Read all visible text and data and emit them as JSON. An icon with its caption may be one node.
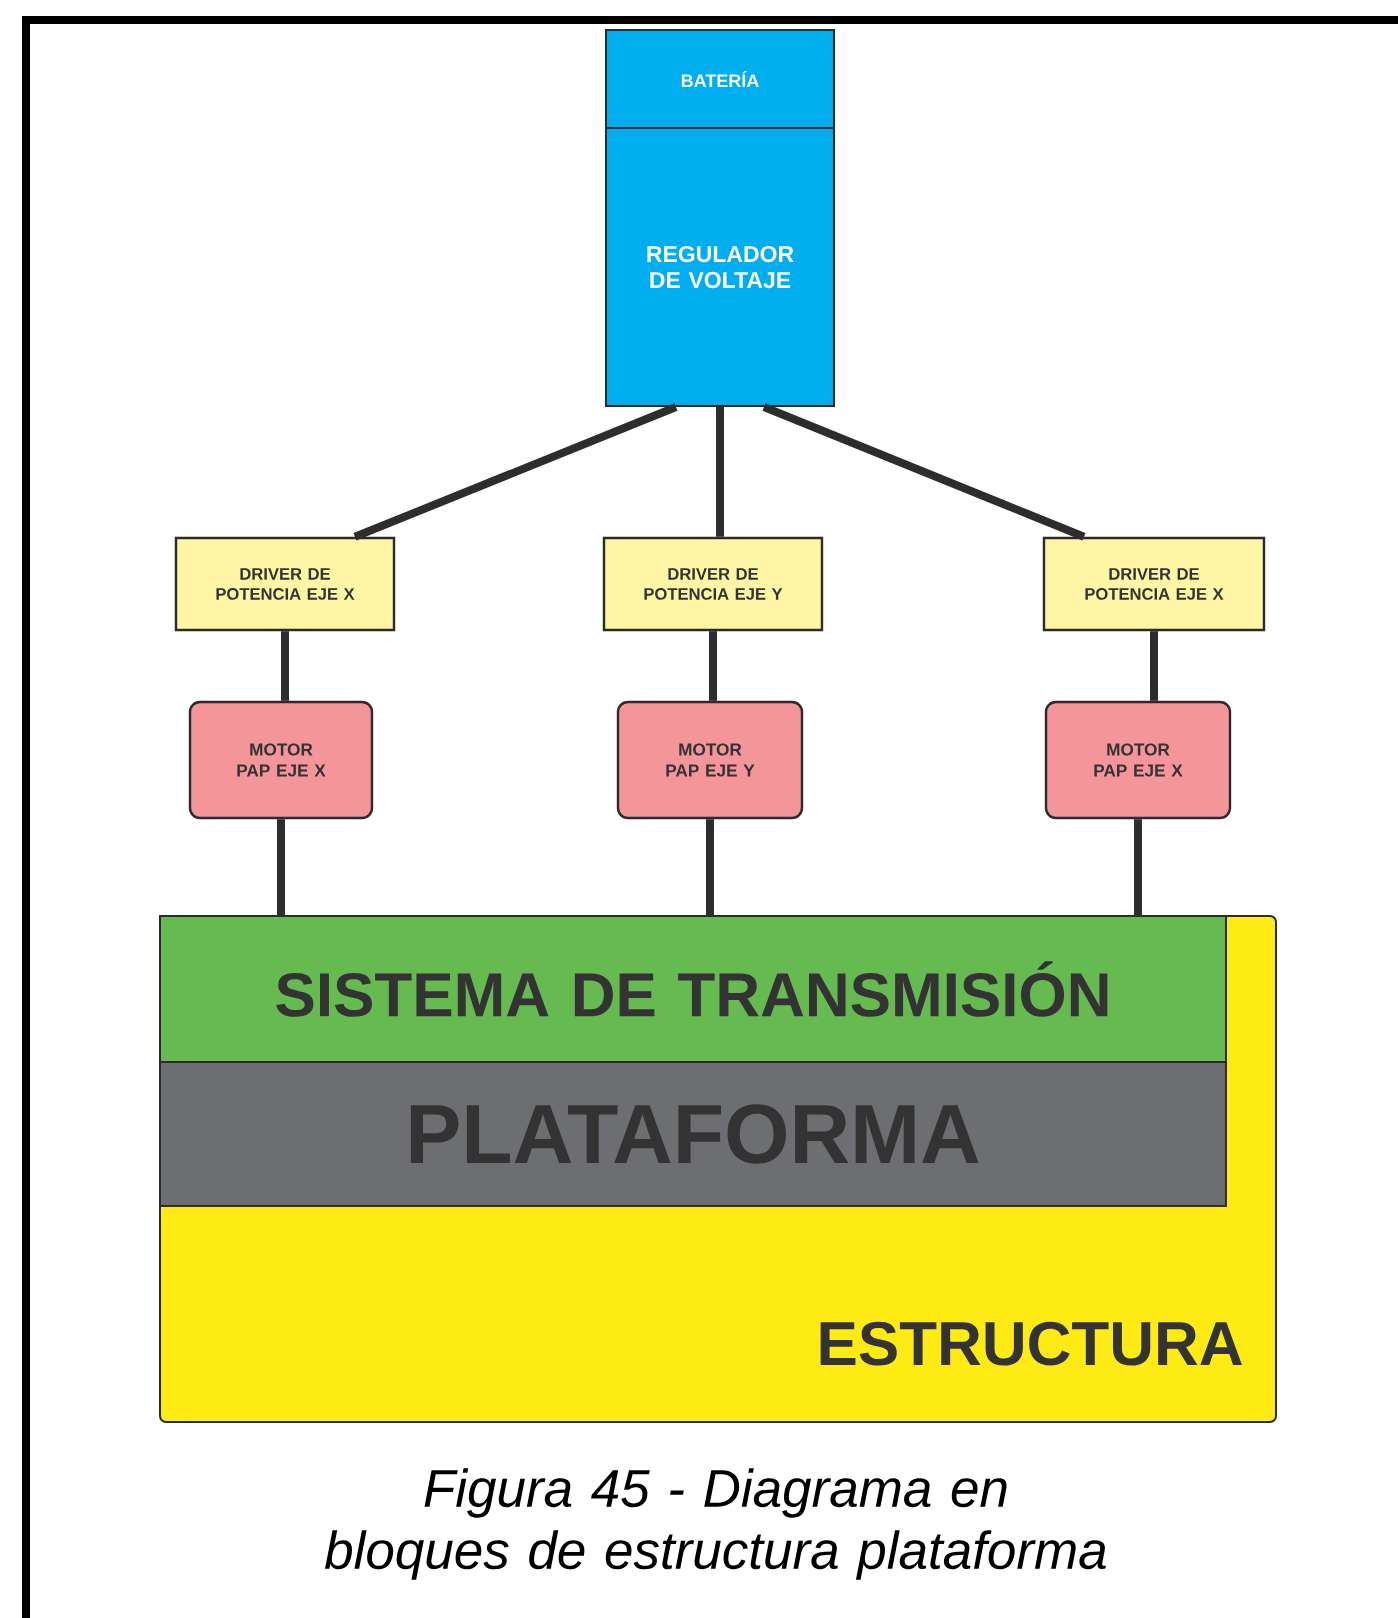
{
  "diagram": {
    "caption": "Figura 45 - Diagrama en bloques de estructura plataforma",
    "nodes": [
      {
        "text": [
          "BATERÍA"
        ]
      },
      {
        "text": [
          "REGULADOR DE VOLTAJE"
        ]
      },
      {
        "text": [
          "DRIVER DE POTENCIA EJE X"
        ]
      },
      {
        "text": [
          "DRIVER DE POTENCIA EJE Y"
        ]
      },
      {
        "text": [
          "DRIVER DE POTENCIA EJE X"
        ]
      },
      {
        "text": [
          "MOTOR PAP EJE X"
        ]
      },
      {
        "text": [
          "MOTOR PAP EJE Y"
        ]
      },
      {
        "text": [
          "MOTOR PAP EJE X"
        ]
      },
      {
        "text": [
          "ESTRUCTURA"
        ]
      },
      {
        "text": [
          "SISTEMA DE TRANSMISIÓN"
        ],
        "in": 8
      },
      {
        "text": [
          "PLATAFORMA"
        ],
        "in": 8
      }
    ],
    "edges": [
      {
        "from": 1,
        "to": 2,
        "arrow": "none"
      },
      {
        "from": 1,
        "to": 3,
        "arrow": "none"
      },
      {
        "from": 1,
        "to": 4,
        "arrow": "none"
      },
      {
        "from": 2,
        "to": 5,
        "arrow": "none"
      },
      {
        "from": 3,
        "to": 6,
        "arrow": "none"
      },
      {
        "from": 4,
        "to": 7,
        "arrow": "none"
      },
      {
        "from": 5,
        "to": 9,
        "arrow": "none"
      },
      {
        "from": 6,
        "to": 9,
        "arrow": "none"
      },
      {
        "from": 7,
        "to": 9,
        "arrow": "none"
      }
    ]
  }
}
